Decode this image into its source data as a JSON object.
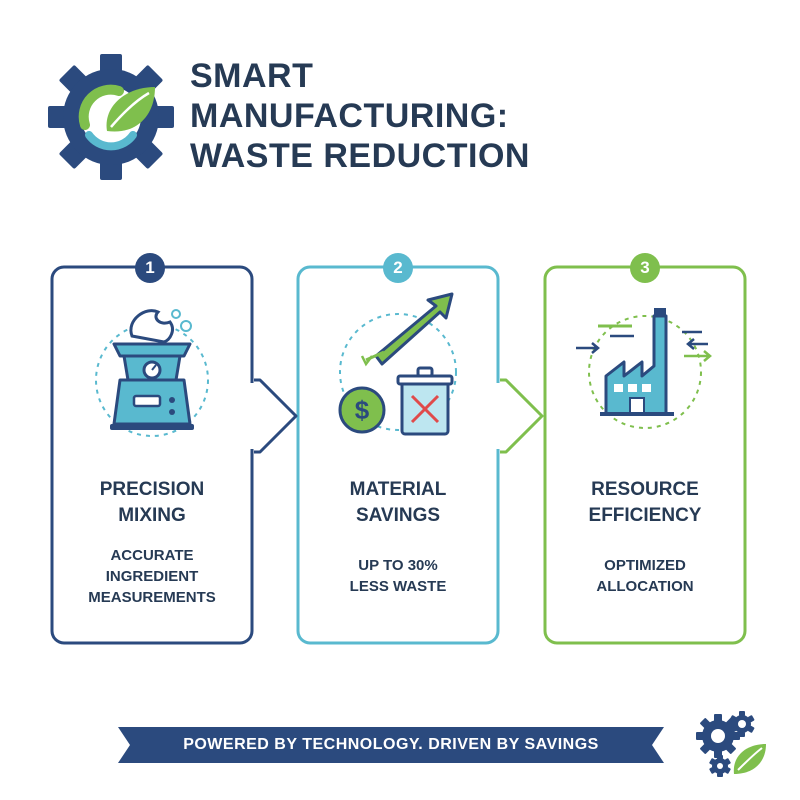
{
  "header": {
    "title_lines": [
      "SMART",
      "MANUFACTURING:",
      "WASTE REDUCTION"
    ]
  },
  "steps": [
    {
      "number": "1",
      "title_lines": [
        "PRECISION",
        "MIXING"
      ],
      "desc_lines": [
        "ACCURATE",
        "INGREDIENT",
        "MEASUREMENTS"
      ],
      "icon": "precision-mixer-icon",
      "color": "#2b4a7e"
    },
    {
      "number": "2",
      "title_lines": [
        "MATERIAL",
        "SAVINGS"
      ],
      "desc_lines": [
        "UP TO 30%",
        "LESS WASTE"
      ],
      "icon": "savings-waste-bin-icon",
      "color": "#59b9cf"
    },
    {
      "number": "3",
      "title_lines": [
        "RESOURCE",
        "EFFICIENCY"
      ],
      "desc_lines": [
        "OPTIMIZED",
        "ALLOCATION"
      ],
      "icon": "factory-icon",
      "color": "#7fbf4d"
    }
  ],
  "footer": {
    "tagline": "POWERED BY TECHNOLOGY. DRIVEN BY SAVINGS"
  },
  "colors": {
    "navy": "#2b4a7e",
    "teal": "#59b9cf",
    "green": "#7fbf4d",
    "text": "#263a54"
  }
}
